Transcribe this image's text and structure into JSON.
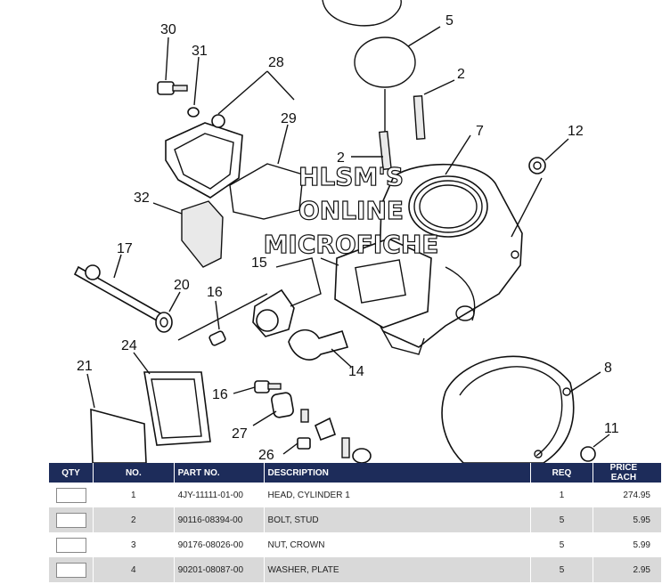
{
  "diagram": {
    "callouts": [
      "30",
      "31",
      "28",
      "5",
      "2",
      "29",
      "2",
      "7",
      "12",
      "32",
      "17",
      "15",
      "20",
      "16",
      "24",
      "14",
      "21",
      "16",
      "8",
      "27",
      "26",
      "11"
    ],
    "watermark": [
      "HLSM'S",
      "ONLINE",
      "MICROFICHE"
    ]
  },
  "table": {
    "headers": {
      "qty": "QTY",
      "no": "NO.",
      "part_no": "PART NO.",
      "description": "DESCRIPTION",
      "req": "REQ",
      "price": "PRICE EACH"
    },
    "rows": [
      {
        "no": "1",
        "part_no": "4JY-11111-01-00",
        "description": "HEAD, CYLINDER 1",
        "req": "1",
        "price": "274.95"
      },
      {
        "no": "2",
        "part_no": "90116-08394-00",
        "description": "BOLT, STUD",
        "req": "5",
        "price": "5.95"
      },
      {
        "no": "3",
        "part_no": "90176-08026-00",
        "description": "NUT, CROWN",
        "req": "5",
        "price": "5.99"
      },
      {
        "no": "4",
        "part_no": "90201-08087-00",
        "description": "WASHER, PLATE",
        "req": "5",
        "price": "2.95"
      }
    ]
  }
}
